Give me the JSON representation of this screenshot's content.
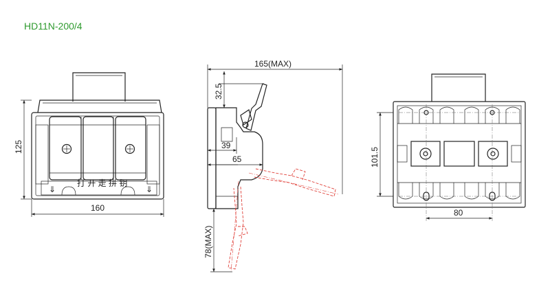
{
  "title": "HD11N-200/4",
  "colors": {
    "title": "#2e9a2e",
    "line": "#222222",
    "travel": "#e0413a"
  },
  "front_view": {
    "height_label": "125",
    "width_label": "160",
    "handle_marking": "打 开 走 拼 钥"
  },
  "side_view": {
    "width_label": "165(MAX)",
    "handle_offset_label": "32.5",
    "depth_label_1": "39",
    "depth_label_2": "65",
    "swing_label": "78(MAX)"
  },
  "back_view": {
    "height_label": "101.5",
    "width_label": "80"
  }
}
